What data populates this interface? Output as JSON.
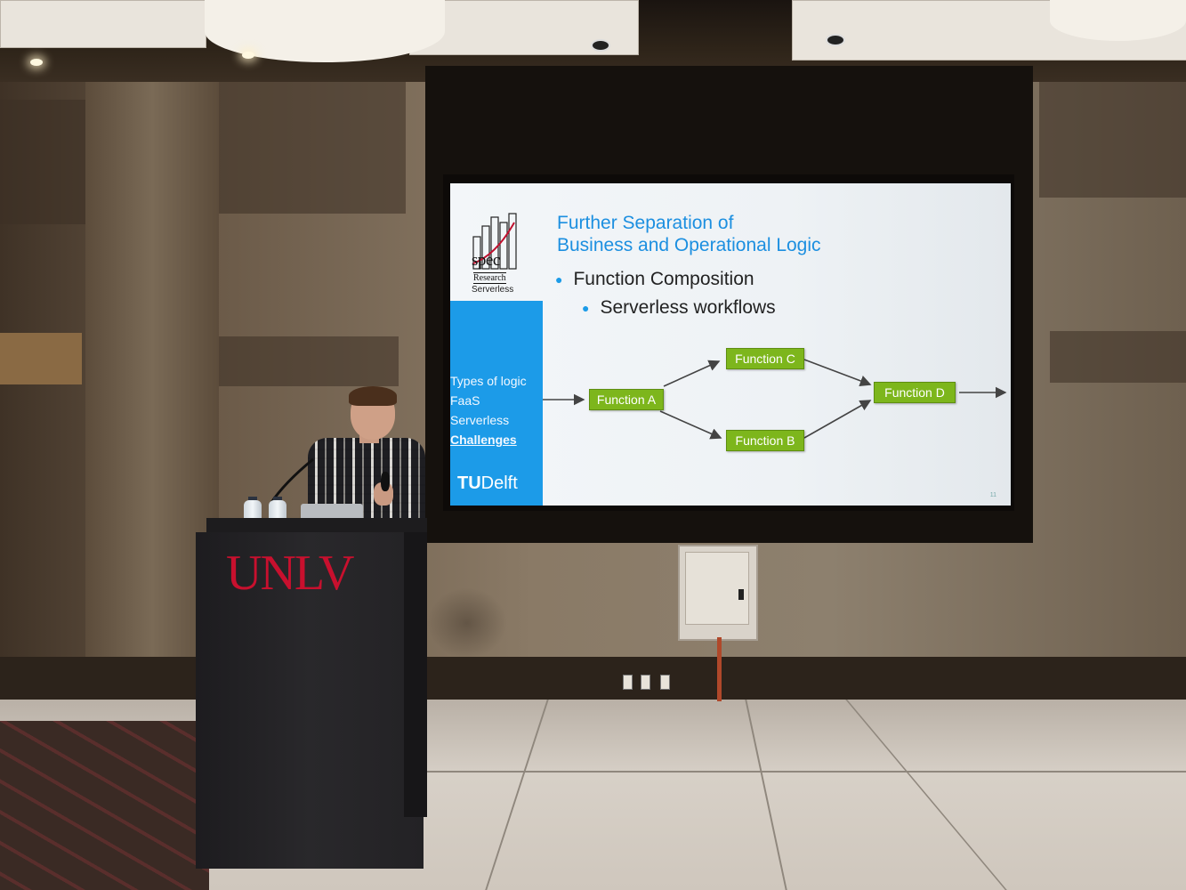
{
  "slide": {
    "logo": {
      "spec": "spec",
      "research": "Research",
      "serverless": "Serverless"
    },
    "title_line1": "Further Separation of",
    "title_line2": "Business and Operational Logic",
    "bullets": [
      "Function Composition",
      "Serverless workflows"
    ],
    "nav_items": [
      "Types of logic",
      "FaaS",
      "Serverless",
      "Challenges"
    ],
    "active_nav": "Challenges",
    "institution_logo": "TUDelft",
    "functions": {
      "a": "Function A",
      "b": "Function B",
      "c": "Function C",
      "d": "Function D"
    },
    "page_number": "11",
    "colors": {
      "accent_blue": "#1c9be8",
      "function_green": "#7db61c"
    }
  },
  "podium": {
    "logo_text": "UNLV",
    "logo_color": "#c8102e"
  }
}
